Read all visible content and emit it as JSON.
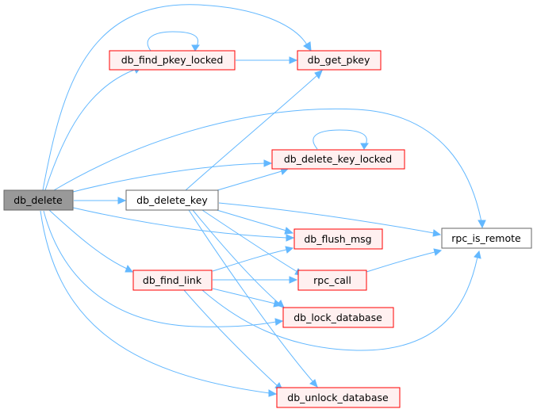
{
  "graph": {
    "nodes": [
      {
        "id": "db_delete",
        "label": "db_delete",
        "style": "focus"
      },
      {
        "id": "db_find_pkey_locked",
        "label": "db_find_pkey_locked",
        "style": "linked"
      },
      {
        "id": "db_get_pkey",
        "label": "db_get_pkey",
        "style": "linked"
      },
      {
        "id": "db_delete_key_locked",
        "label": "db_delete_key_locked",
        "style": "linked"
      },
      {
        "id": "db_delete_key",
        "label": "db_delete_key",
        "style": "plain"
      },
      {
        "id": "db_flush_msg",
        "label": "db_flush_msg",
        "style": "linked"
      },
      {
        "id": "rpc_is_remote",
        "label": "rpc_is_remote",
        "style": "plain"
      },
      {
        "id": "db_find_link",
        "label": "db_find_link",
        "style": "linked"
      },
      {
        "id": "rpc_call",
        "label": "rpc_call",
        "style": "linked"
      },
      {
        "id": "db_lock_database",
        "label": "db_lock_database",
        "style": "linked"
      },
      {
        "id": "db_unlock_database",
        "label": "db_unlock_database",
        "style": "linked"
      }
    ],
    "edges": [
      {
        "from": "db_delete",
        "to": "db_find_pkey_locked"
      },
      {
        "from": "db_delete",
        "to": "db_get_pkey"
      },
      {
        "from": "db_delete",
        "to": "rpc_is_remote"
      },
      {
        "from": "db_delete",
        "to": "db_delete_key_locked"
      },
      {
        "from": "db_delete",
        "to": "db_delete_key"
      },
      {
        "from": "db_delete",
        "to": "db_flush_msg"
      },
      {
        "from": "db_delete",
        "to": "db_find_link"
      },
      {
        "from": "db_delete",
        "to": "db_lock_database"
      },
      {
        "from": "db_delete",
        "to": "db_unlock_database"
      },
      {
        "from": "db_find_pkey_locked",
        "to": "db_find_pkey_locked"
      },
      {
        "from": "db_find_pkey_locked",
        "to": "db_get_pkey"
      },
      {
        "from": "db_delete_key_locked",
        "to": "db_delete_key_locked"
      },
      {
        "from": "db_delete_key",
        "to": "db_get_pkey"
      },
      {
        "from": "db_delete_key",
        "to": "db_delete_key_locked"
      },
      {
        "from": "db_delete_key",
        "to": "rpc_is_remote"
      },
      {
        "from": "db_delete_key",
        "to": "db_flush_msg"
      },
      {
        "from": "db_delete_key",
        "to": "rpc_call"
      },
      {
        "from": "db_delete_key",
        "to": "db_lock_database"
      },
      {
        "from": "db_delete_key",
        "to": "db_unlock_database"
      },
      {
        "from": "db_find_link",
        "to": "db_flush_msg"
      },
      {
        "from": "db_find_link",
        "to": "rpc_call"
      },
      {
        "from": "db_find_link",
        "to": "db_lock_database"
      },
      {
        "from": "db_find_link",
        "to": "db_unlock_database"
      },
      {
        "from": "db_find_link",
        "to": "rpc_is_remote"
      },
      {
        "from": "rpc_call",
        "to": "rpc_is_remote"
      }
    ],
    "colors": {
      "edge": "#63b8ff",
      "focus_fill": "#999999",
      "focus_border": "#666666",
      "linked_fill": "#fff0f0",
      "linked_border": "#ff0000",
      "plain_fill": "#ffffff",
      "plain_border": "#666666"
    }
  }
}
